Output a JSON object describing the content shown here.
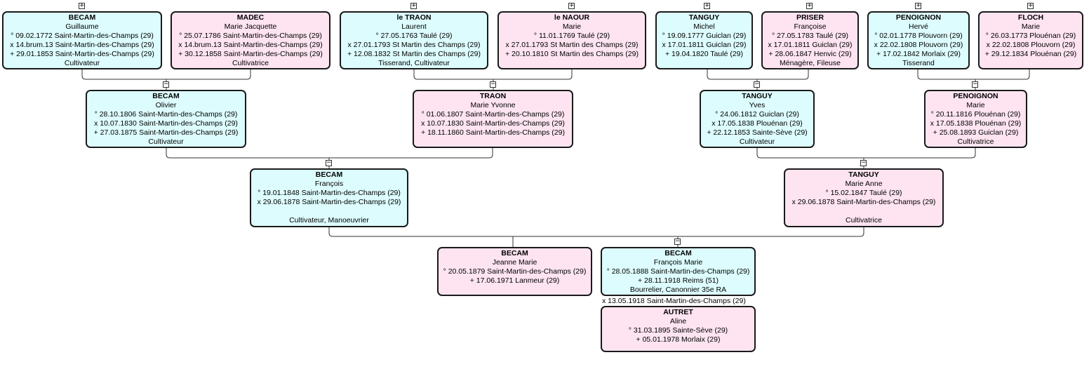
{
  "generations": {
    "gen1": [
      {
        "name": "BECAM",
        "given": "Guillaume",
        "birth": "° 09.02.1772 Saint-Martin-des-Champs (29)",
        "marriage": "x 14.brum.13 Saint-Martin-des-Champs (29)",
        "death": "+ 29.01.1853 Saint-Martin-des-Champs (29)",
        "job": "Cultivateur"
      },
      {
        "name": "MADEC",
        "given": "Marie Jacquette",
        "birth": "° 25.07.1786 Saint-Martin-des-Champs (29)",
        "marriage": "x 14.brum.13 Saint-Martin-des-Champs (29)",
        "death": "+ 30.12.1858 Saint-Martin-des-Champs (29)",
        "job": "Cultivatrice"
      },
      {
        "name": "le TRAON",
        "given": "Laurent",
        "birth": "° 27.05.1763 Taulé (29)",
        "marriage": "x 27.01.1793 St Martin des Champs (29)",
        "death": "+ 12.08.1832 St Martin des Champs (29)",
        "job": "Tisserand, Cultivateur"
      },
      {
        "name": "le  NAOUR",
        "given": "Marie",
        "birth": "° 11.01.1769 Taulé (29)",
        "marriage": "x 27.01.1793 St Martin des Champs (29)",
        "death": "+ 20.10.1810 St Martin des Champs (29)",
        "job": ""
      },
      {
        "name": "TANGUY",
        "given": "Michel",
        "birth": "° 19.09.1777 Guiclan (29)",
        "marriage": "x 17.01.1811 Guiclan (29)",
        "death": "+ 19.04.1820 Taulé (29)",
        "job": ""
      },
      {
        "name": "PRISER",
        "given": "Françoise",
        "birth": "° 27.05.1783 Taulé (29)",
        "marriage": "x 17.01.1811 Guiclan (29)",
        "death": "+ 28.06.1847 Henvic (29)",
        "job": "Ménagère, Fileuse"
      },
      {
        "name": "PENOIGNON",
        "given": "Hervé",
        "birth": "° 02.01.1778 Plouvorn (29)",
        "marriage": "x 22.02.1808 Plouvorn (29)",
        "death": "+ 17.02.1842 Morlaix (29)",
        "job": "Tisserand"
      },
      {
        "name": "FLOCH",
        "given": "Marie",
        "birth": "° 26.03.1773 Plouénan (29)",
        "marriage": "x 22.02.1808 Plouvorn (29)",
        "death": "+ 29.12.1834 Plouénan (29)",
        "job": ""
      }
    ],
    "gen2": [
      {
        "name": "BECAM",
        "given": "Olivier",
        "birth": "° 28.10.1806 Saint-Martin-des-Champs (29)",
        "marriage": "x 10.07.1830 Saint-Martin-des-Champs (29)",
        "death": "+ 27.03.1875 Saint-Martin-des-Champs (29)",
        "job": "Cultivateur"
      },
      {
        "name": "TRAON",
        "given": "Marie Yvonne",
        "birth": "° 01.06.1807 Saint-Martin-des-Champs (29)",
        "marriage": "x 10.07.1830 Saint-Martin-des-Champs (29)",
        "death": "+ 18.11.1860 Saint-Martin-des-Champs (29)",
        "job": ""
      },
      {
        "name": "TANGUY",
        "given": "Yves",
        "birth": "° 24.06.1812 Guiclan (29)",
        "marriage": "x 17.05.1838 Plouénan (29)",
        "death": "+ 22.12.1853 Sainte-Sève (29)",
        "job": "Cultivateur"
      },
      {
        "name": "PENOIGNON",
        "given": "Marie",
        "birth": "° 20.11.1816 Plouénan (29)",
        "marriage": "x 17.05.1838 Plouénan (29)",
        "death": "+ 25.08.1893 Guiclan (29)",
        "job": "Cultivatrice"
      }
    ],
    "gen3": [
      {
        "name": "BECAM",
        "given": "François",
        "birth": "° 19.01.1848 Saint-Martin-des-Champs (29)",
        "marriage": "x 29.06.1878 Saint-Martin-des-Champs (29)",
        "death": "",
        "job": "Cultivateur, Manoeuvrier"
      },
      {
        "name": "TANGUY",
        "given": "Marie Anne",
        "birth": "° 15.02.1847 Taulé (29)",
        "marriage": "x 29.06.1878 Saint-Martin-des-Champs (29)",
        "death": "",
        "job": "Cultivatrice"
      }
    ],
    "gen4": [
      {
        "name": "BECAM",
        "given": "Jeanne Marie",
        "birth": "° 20.05.1879 Saint-Martin-des-Champs (29)",
        "death": "+ 17.06.1971 Lanmeur (29)"
      },
      {
        "name": "BECAM",
        "given": "François Marie",
        "birth": "° 28.05.1888 Saint-Martin-des-Champs (29)",
        "death": "+ 28.11.1918 Reims (51)",
        "job": "Bourrelier, Canonnier 35e RA"
      }
    ],
    "spouse": {
      "marriage": "x 13.05.1918 Saint-Martin-des-Champs (29)",
      "name": "AUTRET",
      "given": "Aline",
      "birth": "° 31.03.1895 Sainte-Sève (29)",
      "death": "+ 05.01.1978 Morlaix (29)"
    }
  },
  "toggles": {
    "expand": "+",
    "collapse": "−"
  },
  "colors": {
    "male": "#ddfcfd",
    "female": "#fde4f0",
    "border": "#1a1a1a",
    "line": "#333333"
  }
}
